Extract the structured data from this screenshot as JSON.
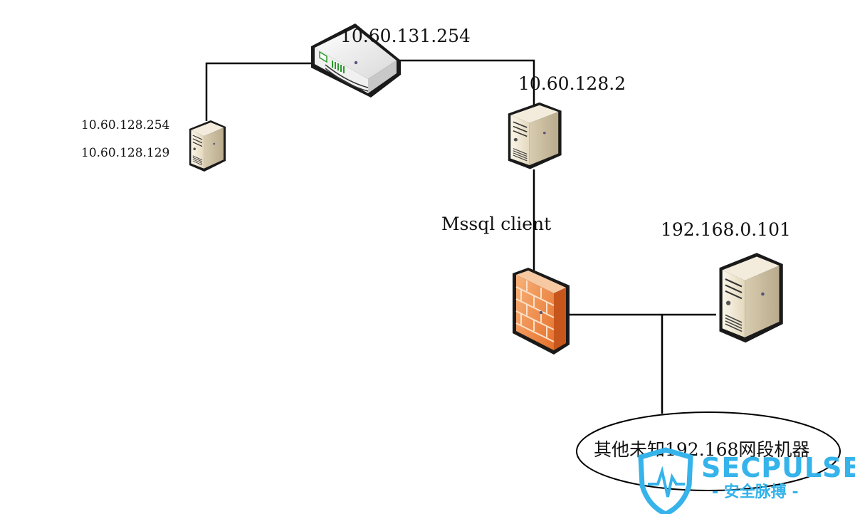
{
  "nodes": {
    "router": {
      "label": "10.60.131.254"
    },
    "server_left": {
      "labels": [
        "10.60.128.254",
        "10.60.128.129"
      ]
    },
    "server_mssql": {
      "label": "10.60.128.2",
      "role": "Mssql client"
    },
    "firewall": {},
    "server_right": {
      "label": "192.168.0.101"
    },
    "unknown_cloud": {
      "label": "其他未知192.168网段机器"
    }
  },
  "watermark": {
    "brand": "SECPULSE",
    "subtitle": "- 安全脉搏 -"
  },
  "colors": {
    "line": "#000000",
    "server_body": "#efe6d2",
    "firewall": "#f08a3c",
    "router_led": "#2a9a2a",
    "watermark": "#35b3ea"
  }
}
